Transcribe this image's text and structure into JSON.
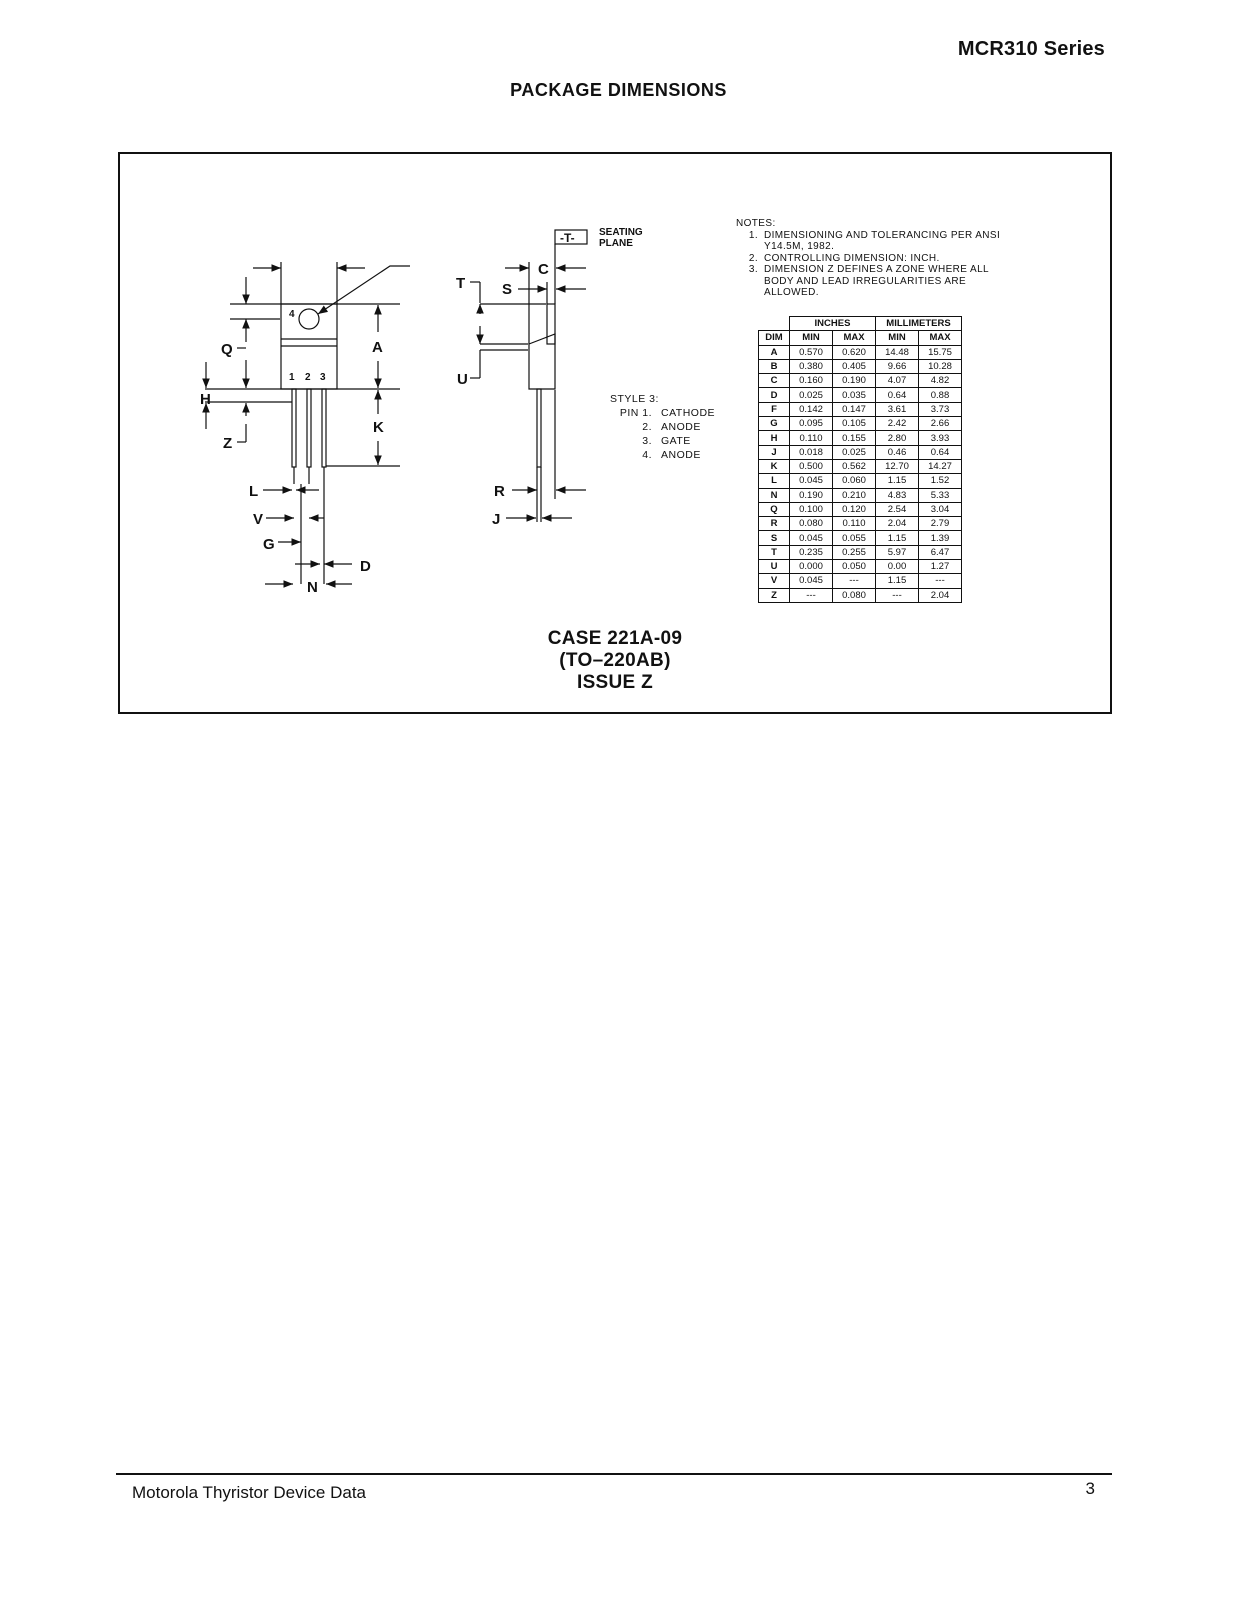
{
  "header": {
    "series": "MCR310 Series",
    "section_title": "PACKAGE DIMENSIONS"
  },
  "drawing": {
    "dim_labels": [
      "Q",
      "A",
      "H",
      "K",
      "Z",
      "L",
      "V",
      "G",
      "D",
      "N",
      "T",
      "S",
      "C",
      "U",
      "R",
      "J"
    ],
    "pin_labels": [
      "4",
      "1",
      "2",
      "3"
    ],
    "datum": "-T-",
    "seating_plane": [
      "SEATING",
      "PLANE"
    ]
  },
  "notes": {
    "heading": "NOTES:",
    "items": [
      {
        "num": "1.",
        "lines": [
          "DIMENSIONING AND TOLERANCING PER ANSI",
          "Y14.5M, 1982."
        ]
      },
      {
        "num": "2.",
        "lines": [
          "CONTROLLING DIMENSION: INCH."
        ]
      },
      {
        "num": "3.",
        "lines": [
          "DIMENSION Z DEFINES A ZONE WHERE ALL",
          "BODY AND LEAD IRREGULARITIES ARE",
          "ALLOWED."
        ]
      }
    ]
  },
  "style_block": {
    "title": "STYLE 3:",
    "pins": [
      {
        "label": "PIN 1.",
        "name": "CATHODE"
      },
      {
        "label": "2.",
        "name": "ANODE"
      },
      {
        "label": "3.",
        "name": "GATE"
      },
      {
        "label": "4.",
        "name": "ANODE"
      }
    ]
  },
  "table": {
    "groups": [
      "INCHES",
      "MILLIMETERS"
    ],
    "columns": [
      "DIM",
      "MIN",
      "MAX",
      "MIN",
      "MAX"
    ],
    "rows": [
      [
        "A",
        "0.570",
        "0.620",
        "14.48",
        "15.75"
      ],
      [
        "B",
        "0.380",
        "0.405",
        "9.66",
        "10.28"
      ],
      [
        "C",
        "0.160",
        "0.190",
        "4.07",
        "4.82"
      ],
      [
        "D",
        "0.025",
        "0.035",
        "0.64",
        "0.88"
      ],
      [
        "F",
        "0.142",
        "0.147",
        "3.61",
        "3.73"
      ],
      [
        "G",
        "0.095",
        "0.105",
        "2.42",
        "2.66"
      ],
      [
        "H",
        "0.110",
        "0.155",
        "2.80",
        "3.93"
      ],
      [
        "J",
        "0.018",
        "0.025",
        "0.46",
        "0.64"
      ],
      [
        "K",
        "0.500",
        "0.562",
        "12.70",
        "14.27"
      ],
      [
        "L",
        "0.045",
        "0.060",
        "1.15",
        "1.52"
      ],
      [
        "N",
        "0.190",
        "0.210",
        "4.83",
        "5.33"
      ],
      [
        "Q",
        "0.100",
        "0.120",
        "2.54",
        "3.04"
      ],
      [
        "R",
        "0.080",
        "0.110",
        "2.04",
        "2.79"
      ],
      [
        "S",
        "0.045",
        "0.055",
        "1.15",
        "1.39"
      ],
      [
        "T",
        "0.235",
        "0.255",
        "5.97",
        "6.47"
      ],
      [
        "U",
        "0.000",
        "0.050",
        "0.00",
        "1.27"
      ],
      [
        "V",
        "0.045",
        "---",
        "1.15",
        "---"
      ],
      [
        "Z",
        "---",
        "0.080",
        "---",
        "2.04"
      ]
    ]
  },
  "case": {
    "line1": "CASE 221A-09",
    "line2": "(TO–220AB)",
    "line3": "ISSUE Z"
  },
  "footer": {
    "left": "Motorola Thyristor Device Data",
    "page": "3"
  }
}
